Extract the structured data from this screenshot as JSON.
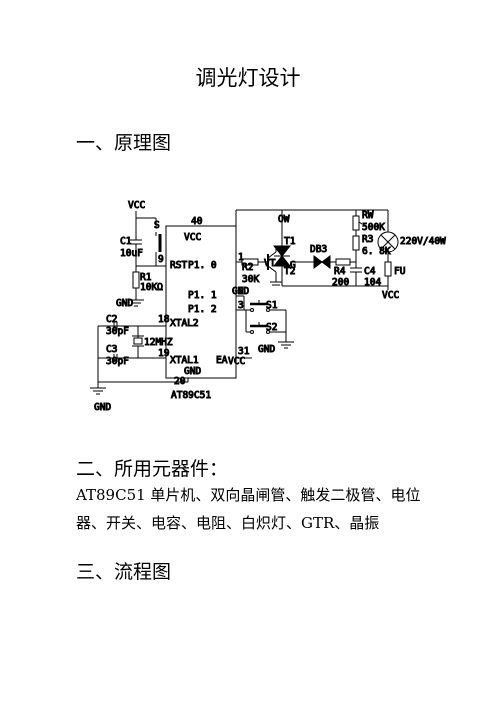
{
  "doc": {
    "title": "调光灯设计",
    "section1": "一、原理图",
    "section2": "二、所用元器件：",
    "components": "AT89C51 单片机、双向晶闸管、触发二极管、电位器、开关、电容、电阻、白炽灯、GTR、晶振",
    "section3": "三、流程图"
  },
  "schematic": {
    "labels": {
      "vcc1": "VCC",
      "s": "S",
      "c1": "C1",
      "c1v": "10uF",
      "rst": "RST",
      "pin9": "9",
      "pin40": "40",
      "vcc_chip": "VCC",
      "r1": "R1",
      "r1v": "10KΩ",
      "gnd1": "GND",
      "c2": "C2",
      "c2v": "30pF",
      "xtal2": "XTAL2",
      "pin18": "18",
      "xtal": "12MHZ",
      "c3": "C3",
      "c3v": "30pF",
      "xtal1": "XTAL1",
      "pin19": "19",
      "ea": "EA",
      "pin31": "31",
      "vcc_ea": "VCC",
      "gnd_chip": "GND",
      "pin20": "20",
      "gnd_bottom": "GND",
      "chip": "AT89C51",
      "p10": "P1. 0",
      "pin1": "1",
      "r2": "R2",
      "r2v": "30K",
      "gnd2": "GND",
      "p11": "P1. 1",
      "pin2": "2",
      "p12": "P1. 2",
      "pin3": "3",
      "s1": "S1",
      "s2": "S2",
      "gnd3": "GND",
      "ow": "OW",
      "t1": "T1",
      "vt": "VT",
      "t2": "T2",
      "g": "G",
      "db3": "DB3",
      "r4": "R4",
      "r4v": "200",
      "c4": "C4",
      "c4v": "104",
      "rw": "RW",
      "rwv": "500K",
      "r3": "R3",
      "r3v": "6. 8K",
      "lamp": "220V/40W",
      "fu": "FU",
      "vcc_fu": "VCC"
    }
  }
}
